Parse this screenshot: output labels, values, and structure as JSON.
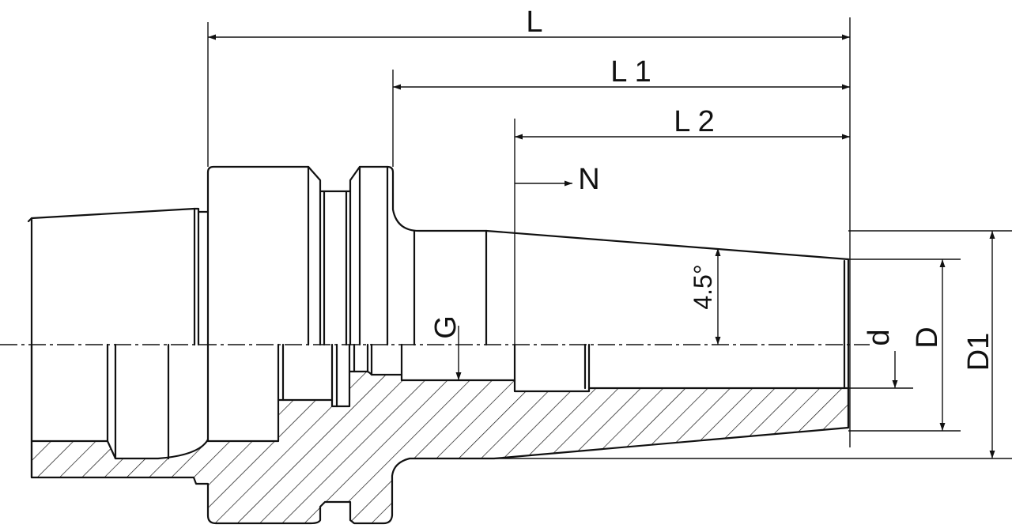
{
  "drawing": {
    "labels": {
      "L": "L",
      "L1": "L 1",
      "L2": "L 2",
      "N": "N",
      "G": "G",
      "angle": "4.5°",
      "d": "d",
      "D": "D",
      "D1": "D1"
    },
    "colors": {
      "line": "#111111",
      "background": "#ffffff"
    }
  }
}
